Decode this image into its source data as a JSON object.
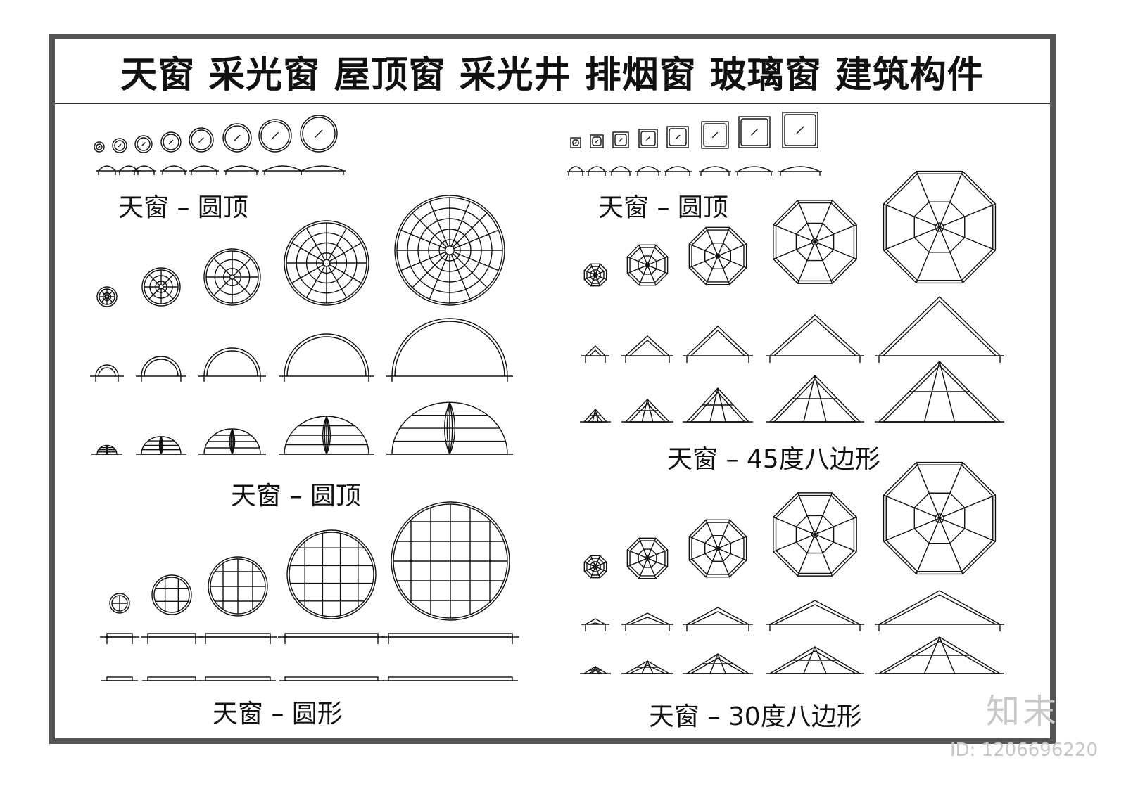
{
  "title": "天窗  采光窗  屋顶窗  采光井  排烟窗  玻璃窗  建筑构件",
  "sections": [
    {
      "id": "top-left",
      "label": "天窗 – 圆顶"
    },
    {
      "id": "top-right",
      "label": "天窗 – 圆顶"
    },
    {
      "id": "mid-left",
      "label": "天窗 – 圆顶"
    },
    {
      "id": "mid-right",
      "label": "天窗 – 45度八边形"
    },
    {
      "id": "bottom-left",
      "label": "天窗 – 圆形"
    },
    {
      "id": "bottom-right",
      "label": "天窗 – 30度八边形"
    }
  ],
  "watermark": {
    "brand": "知末",
    "id": "ID: 1206696220"
  },
  "colors": {
    "line": "#111111",
    "frame": "#555555",
    "watermark": "#c8c8c8"
  }
}
